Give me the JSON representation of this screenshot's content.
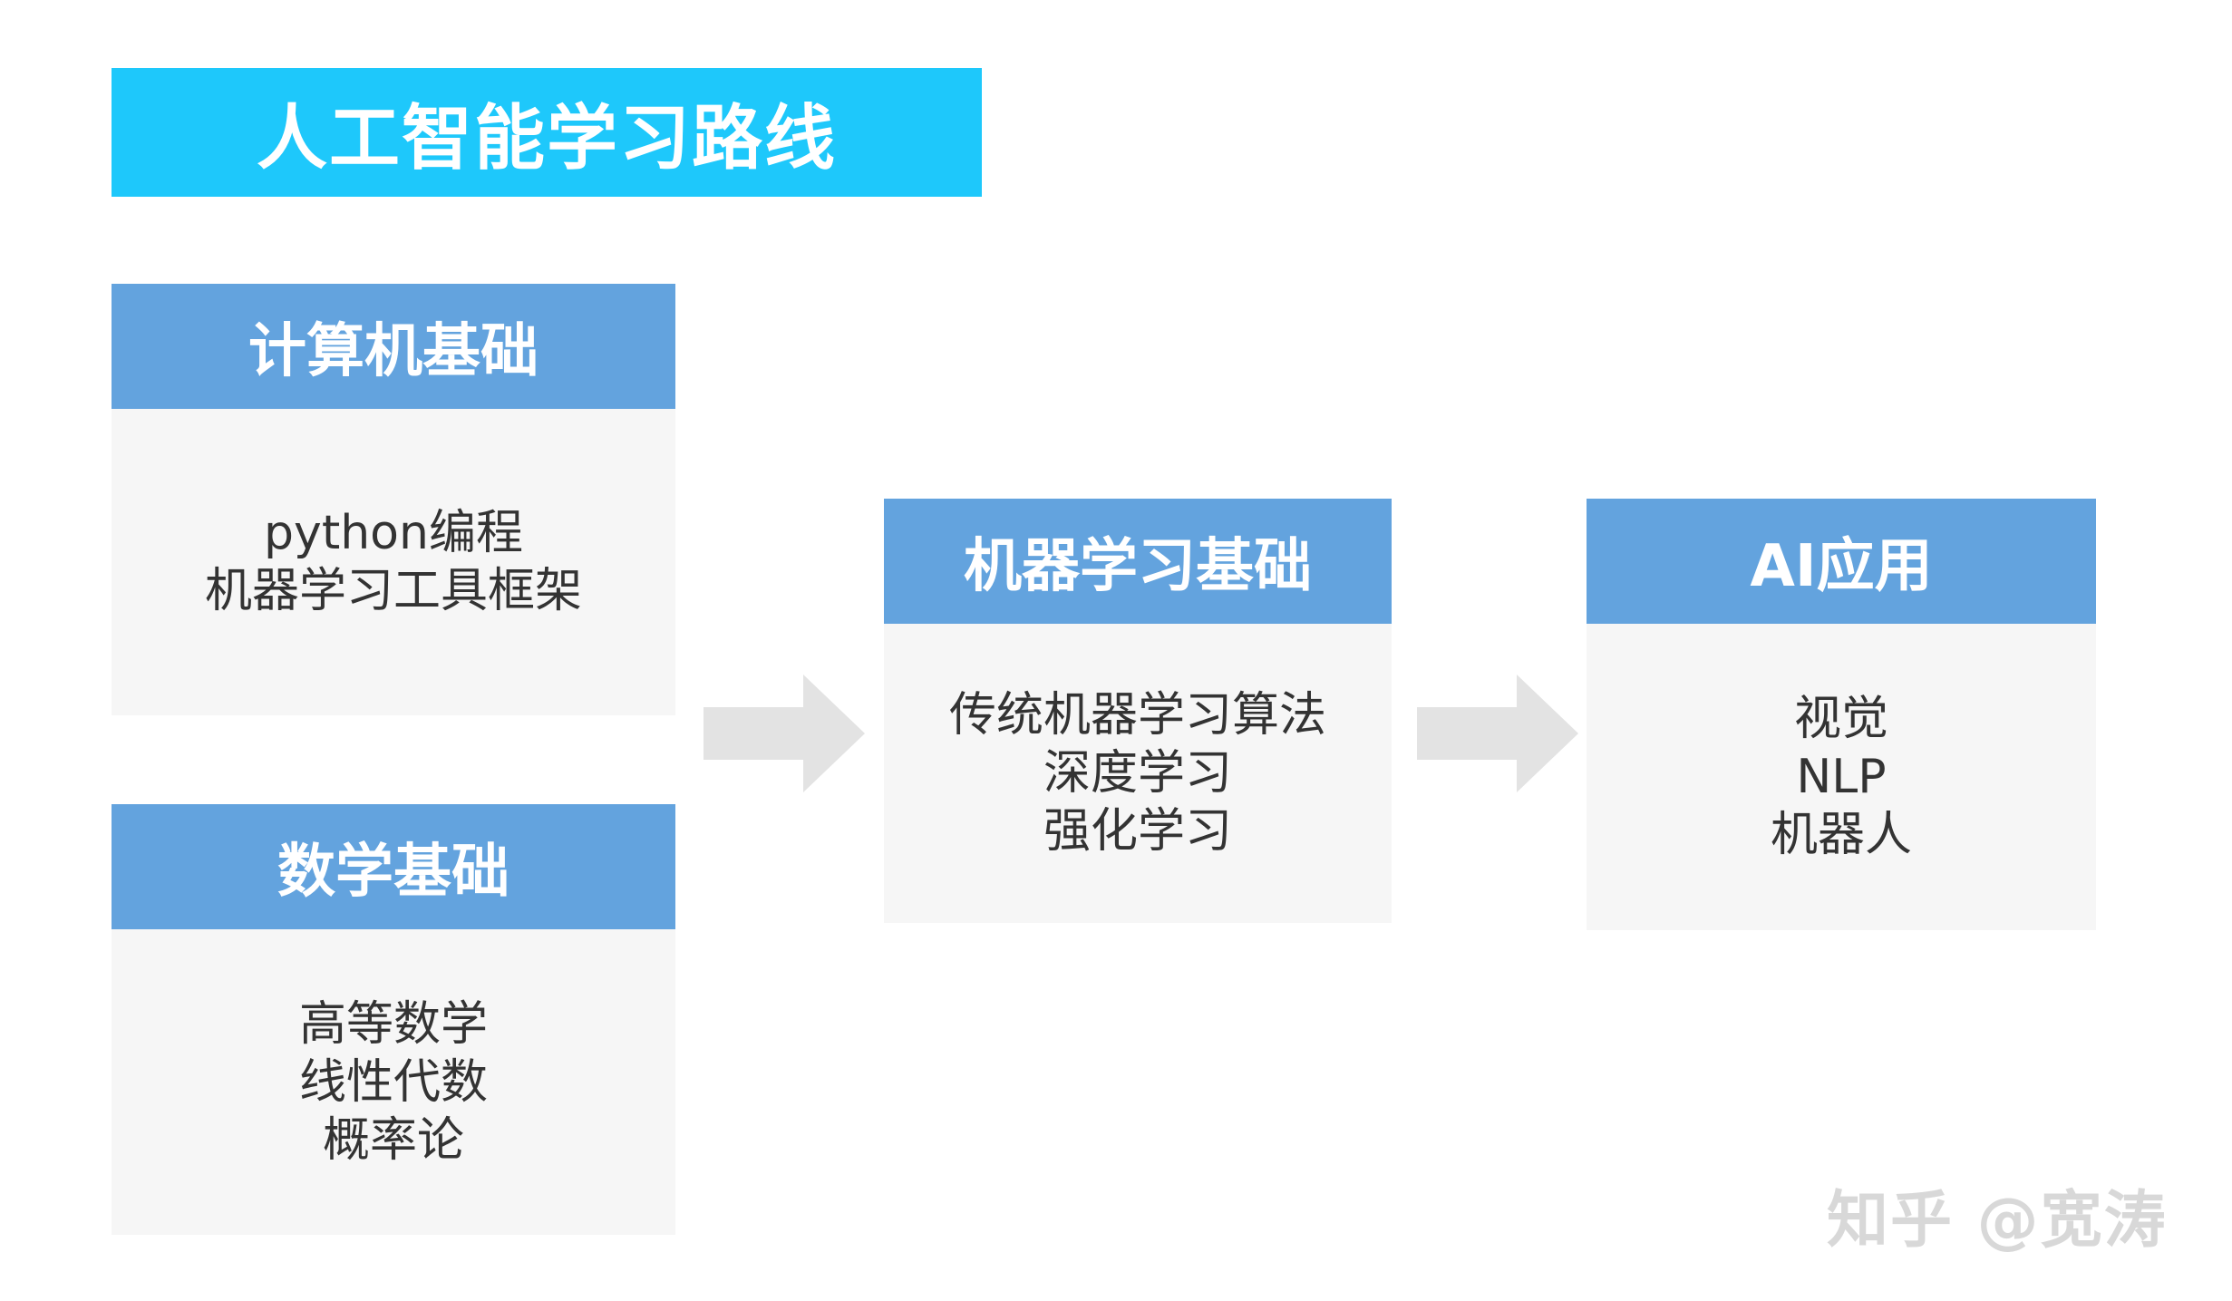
{
  "title": "人工智能学习路线",
  "cards": {
    "cs": {
      "header": "计算机基础",
      "items": [
        "python编程",
        "机器学习工具框架"
      ]
    },
    "math": {
      "header": "数学基础",
      "items": [
        "高等数学",
        "线性代数",
        "概率论"
      ]
    },
    "ml": {
      "header": "机器学习基础",
      "items": [
        "传统机器学习算法",
        "深度学习",
        "强化学习"
      ]
    },
    "ai": {
      "header": "AI应用",
      "items": [
        "视觉",
        "NLP",
        "机器人"
      ]
    }
  },
  "watermark": "知乎 @宽涛",
  "colors": {
    "title_bg": "#1ec8fb",
    "header_bg": "#63a3de",
    "card_bg": "#f6f6f6",
    "arrow": "#e3e3e3"
  },
  "icons": {
    "arrow": "right-arrow-icon"
  }
}
